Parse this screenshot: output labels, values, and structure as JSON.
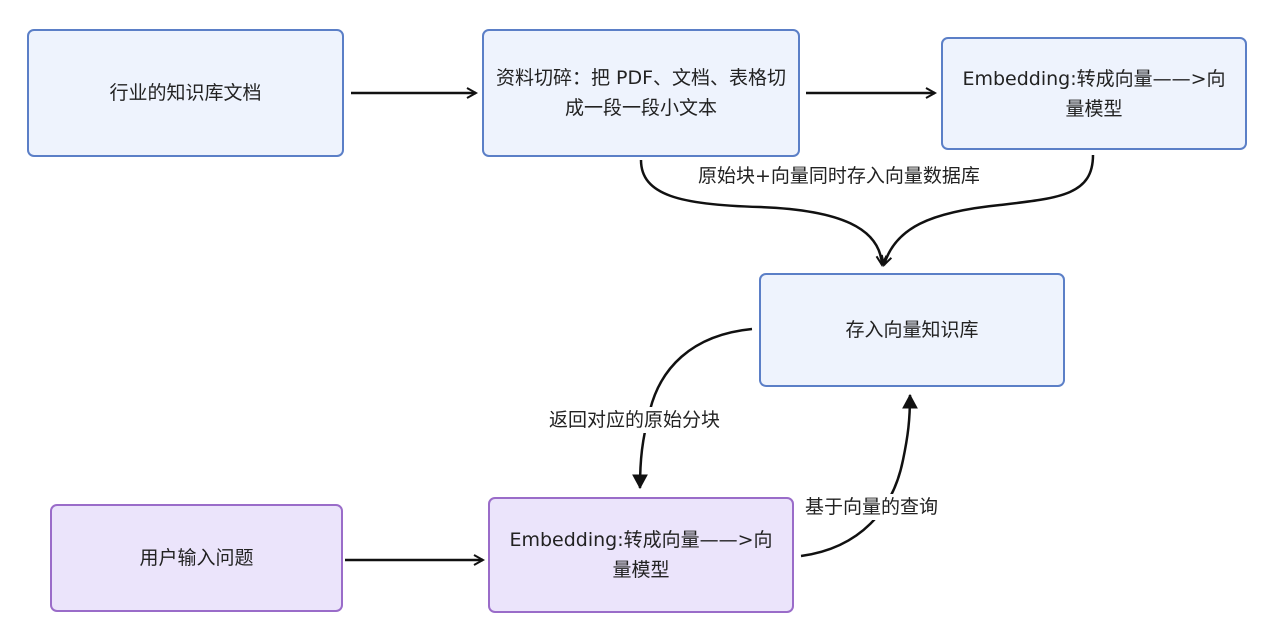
{
  "nodes": {
    "industry_docs": "行业的知识库文档",
    "chunking": "资料切碎：把 PDF、文档、表格切成一段一段小文本",
    "embedding_top": "Embedding:转成向量——>向量模型",
    "vector_kb": "存入向量知识库",
    "user_input": "用户输入问题",
    "embedding_bottom": "Embedding:转成向量——>向量模型"
  },
  "edge_labels": {
    "store_both": "原始块+向量同时存入向量数据库",
    "return_chunks": "返回对应的原始分块",
    "vector_query": "基于向量的查询"
  },
  "colors": {
    "kb_border": "#5b7fc7",
    "kb_fill": "#eef3fd",
    "user_border": "#9a6cc9",
    "user_fill": "#ebe4fb",
    "edge": "#111111"
  }
}
